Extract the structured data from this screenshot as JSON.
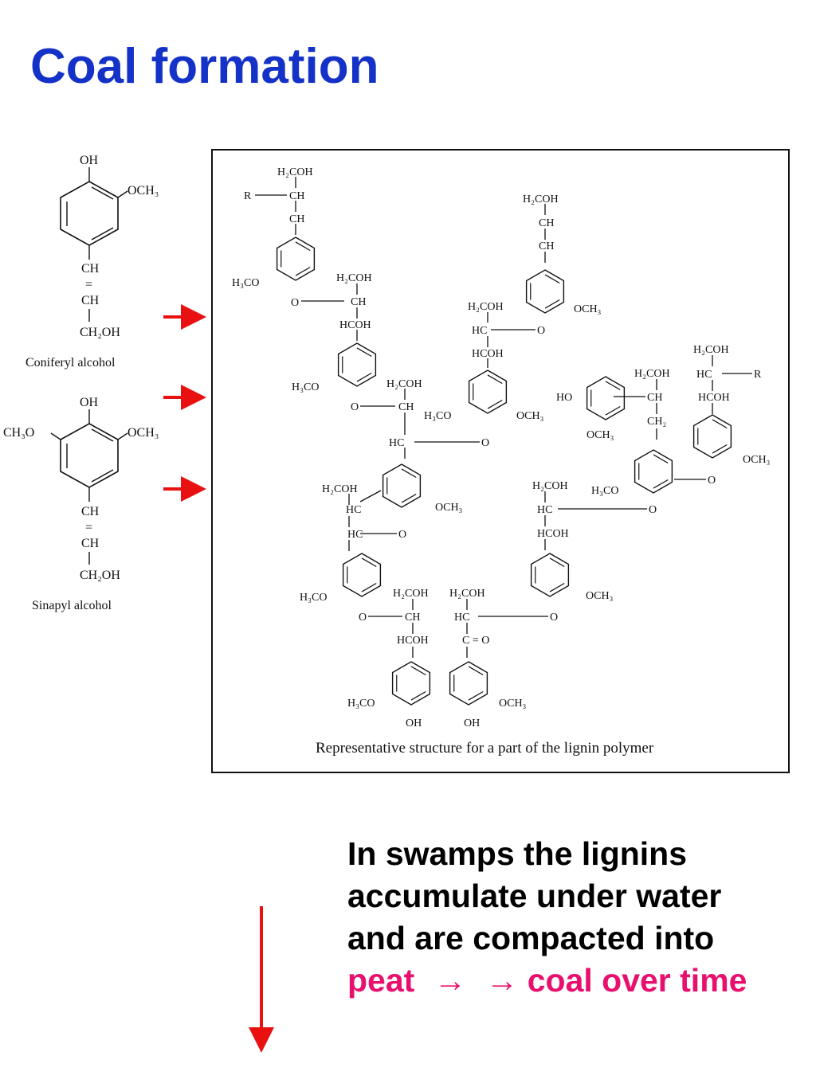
{
  "title": "Coal formation",
  "colors": {
    "title": "#1432c8",
    "arrows": "#e81010",
    "highlight": "#e8106e"
  },
  "monomers": {
    "coniferyl": {
      "name": "Coniferyl alcohol",
      "oh": "OH",
      "och3": "OCH3",
      "ch_a": "CH",
      "dbl": "=",
      "ch_b": "CH",
      "ch2oh": "CH2OH"
    },
    "sinapyl": {
      "name": "Sinapyl alcohol",
      "oh": "OH",
      "och3_left": "CH3O",
      "och3_right": "OCH3",
      "ch_a": "CH",
      "dbl": "=",
      "ch_b": "CH",
      "ch2oh": "CH2OH"
    }
  },
  "lignin": {
    "caption": "Representative structure for a part of the lignin polymer"
  },
  "arrows_count": 3,
  "text": {
    "line1": "In swamps the lignins",
    "line2": "accumulate under water",
    "line3": "and are compacted into",
    "peat": "peat",
    "arrow1": "→",
    "arrow2": "→",
    "coal": "coal over time"
  }
}
